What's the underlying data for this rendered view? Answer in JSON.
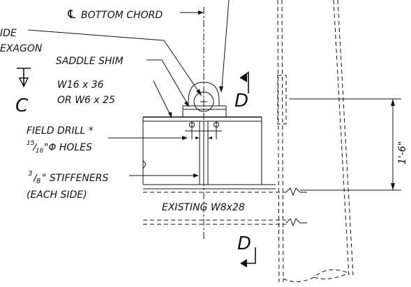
{
  "labels": {
    "cl_bottom_chord": "BOTTOM CHORD",
    "cl_symbol": "℄",
    "side": "IDE",
    "hexagon": "EXAGON",
    "saddle_shim": "SADDLE SHIM",
    "w16": "W16 x 36",
    "w6": "OR W6 x 25",
    "field_drill": "FIELD DRILL *",
    "holes": "\"Φ HOLES",
    "holes_frac_num": "15",
    "holes_frac_den": "16",
    "stiffeners": "\" STIFFENERS",
    "stiff_frac_num": "3",
    "stiff_frac_den": "8",
    "each_side": "(EACH SIDE)",
    "existing_beam": "EXISTING W8x28",
    "dimension": "1'-6\""
  },
  "section_marks": {
    "c": "C",
    "d_top": "D",
    "d_bottom": "D"
  }
}
